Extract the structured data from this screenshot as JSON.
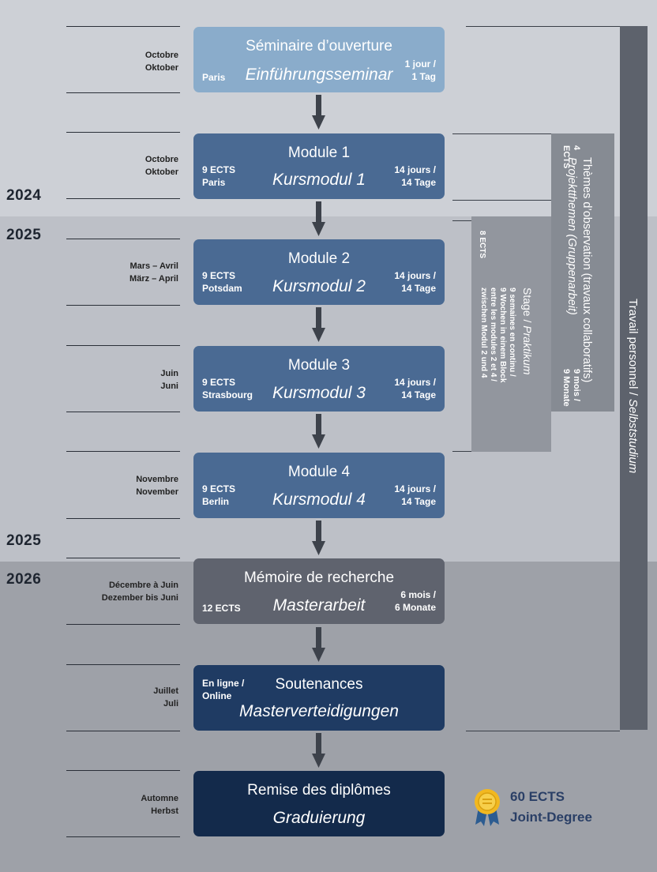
{
  "years": {
    "y2024": "2024",
    "y2025a": "2025",
    "y2025b": "2025",
    "y2026": "2026"
  },
  "steps": [
    {
      "date1": "Octobre",
      "date2": "Oktober",
      "title": "Séminaire d’ouverture",
      "subtitle": "Einführungsseminar",
      "left1": "Paris",
      "left2": "",
      "right1": "1 jour /",
      "right2": "1 Tag"
    },
    {
      "date1": "Octobre",
      "date2": "Oktober",
      "title": "Module 1",
      "subtitle": "Kursmodul 1",
      "left1": "9 ECTS",
      "left2": "Paris",
      "right1": "14 jours /",
      "right2": "14 Tage"
    },
    {
      "date1": "Mars – Avril",
      "date2": "März – April",
      "title": "Module 2",
      "subtitle": "Kursmodul 2",
      "left1": "9 ECTS",
      "left2": "Potsdam",
      "right1": "14 jours /",
      "right2": "14 Tage"
    },
    {
      "date1": "Juin",
      "date2": "Juni",
      "title": "Module 3",
      "subtitle": "Kursmodul 3",
      "left1": "9 ECTS",
      "left2": "Strasbourg",
      "right1": "14 jours /",
      "right2": "14 Tage"
    },
    {
      "date1": "Novembre",
      "date2": "November",
      "title": "Module 4",
      "subtitle": "Kursmodul 4",
      "left1": "9 ECTS",
      "left2": "Berlin",
      "right1": "14 jours /",
      "right2": "14 Tage"
    },
    {
      "date1": "Décembre à Juin",
      "date2": "Dezember bis Juni",
      "title": "Mémoire de recherche",
      "subtitle": "Masterarbeit",
      "left1": "12 ECTS",
      "left2": "",
      "right1": "6 mois /",
      "right2": "6 Monate"
    },
    {
      "date1": "Juillet",
      "date2": "Juli",
      "title": "Soutenances",
      "subtitle": "Masterverteidigungen",
      "left1": "En ligne /",
      "left2": "Online",
      "right1": "",
      "right2": ""
    },
    {
      "date1": "Automne",
      "date2": "Herbst",
      "title": "Remise des diplômes",
      "subtitle": "Graduierung",
      "left1": "",
      "left2": "",
      "right1": "",
      "right2": ""
    }
  ],
  "stage": {
    "ects": "8 ECTS",
    "title_fr": "Stage /",
    "title_de": "Praktikum",
    "desc1": "9 semaines en continu /",
    "desc2": "9 Wochen in einem Block",
    "desc3": "entre les modules 2 et 4 /",
    "desc4": "zwischen Modul 2 und 4"
  },
  "projects": {
    "ects_num": "4",
    "ects_label": "ECTS",
    "title_fr": "Thèmes d’observation (travaux collaboratifs)",
    "title_de": "Projektthemen (Gruppenarbeit)",
    "dur1": "9 mois /",
    "dur2": "9 Monate"
  },
  "personal": {
    "fr": "Travail personnel /",
    "de": "Selbststudium"
  },
  "degree": {
    "ects": "60 ECTS",
    "label": "Joint-Degree"
  },
  "colors": {
    "seminar": "#8aaccb",
    "module": "#4a6a93",
    "thesis": "#5f636e",
    "defense": "#1f3b63",
    "graduation": "#132a4b",
    "bar_dark": "#5d626c",
    "bar_mid": "#868b93",
    "bar_light": "#92969e",
    "medal_gold": "#f2b820",
    "medal_ribbon": "#2c5c91"
  }
}
